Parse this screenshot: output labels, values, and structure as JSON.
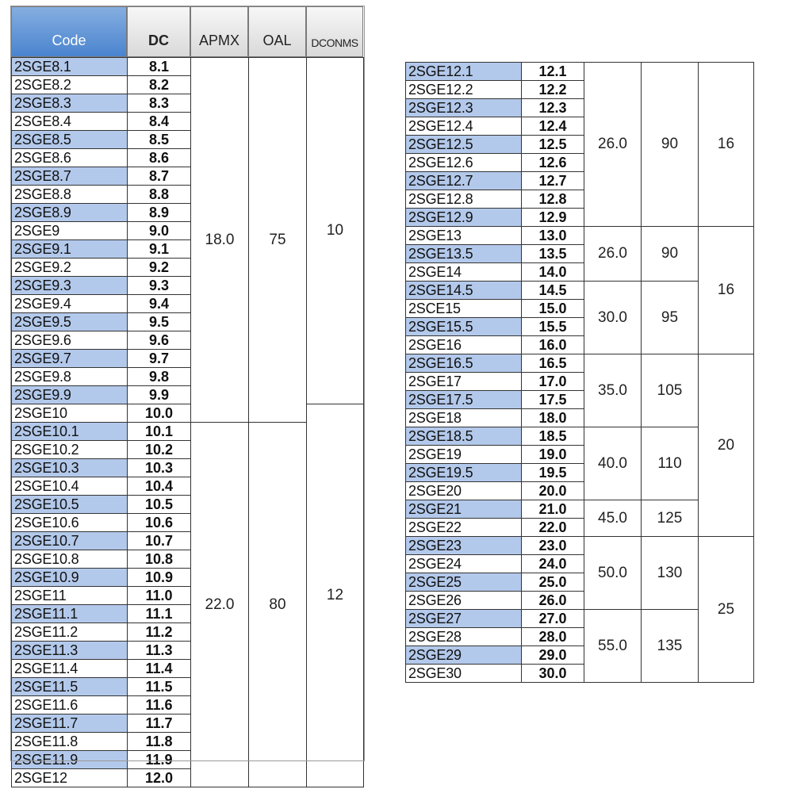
{
  "headers": {
    "code": "Code",
    "dc": "DC",
    "apmx": "APMX",
    "oal": "OAL",
    "dconms": "DCONMS"
  },
  "left_table": {
    "rows": [
      {
        "code": "2SGE8.1",
        "dc": "8.1",
        "hl": true
      },
      {
        "code": "2SGE8.2",
        "dc": "8.2",
        "hl": false
      },
      {
        "code": "2SGE8.3",
        "dc": "8.3",
        "hl": true
      },
      {
        "code": "2SGE8.4",
        "dc": "8.4",
        "hl": false
      },
      {
        "code": "2SGE8.5",
        "dc": "8.5",
        "hl": true
      },
      {
        "code": "2SGE8.6",
        "dc": "8.6",
        "hl": false
      },
      {
        "code": "2SGE8.7",
        "dc": "8.7",
        "hl": true
      },
      {
        "code": "2SGE8.8",
        "dc": "8.8",
        "hl": false
      },
      {
        "code": "2SGE8.9",
        "dc": "8.9",
        "hl": true
      },
      {
        "code": "2SGE9",
        "dc": "9.0",
        "hl": false
      },
      {
        "code": "2SGE9.1",
        "dc": "9.1",
        "hl": true
      },
      {
        "code": "2SGE9.2",
        "dc": "9.2",
        "hl": false
      },
      {
        "code": "2SGE9.3",
        "dc": "9.3",
        "hl": true
      },
      {
        "code": "2SGE9.4",
        "dc": "9.4",
        "hl": false
      },
      {
        "code": "2SGE9.5",
        "dc": "9.5",
        "hl": true
      },
      {
        "code": "2SGE9.6",
        "dc": "9.6",
        "hl": false
      },
      {
        "code": "2SGE9.7",
        "dc": "9.7",
        "hl": true
      },
      {
        "code": "2SGE9.8",
        "dc": "9.8",
        "hl": false
      },
      {
        "code": "2SGE9.9",
        "dc": "9.9",
        "hl": true
      },
      {
        "code": "2SGE10",
        "dc": "10.0",
        "hl": false
      },
      {
        "code": "2SGE10.1",
        "dc": "10.1",
        "hl": true
      },
      {
        "code": "2SGE10.2",
        "dc": "10.2",
        "hl": false
      },
      {
        "code": "2SGE10.3",
        "dc": "10.3",
        "hl": true
      },
      {
        "code": "2SGE10.4",
        "dc": "10.4",
        "hl": false
      },
      {
        "code": "2SGE10.5",
        "dc": "10.5",
        "hl": true
      },
      {
        "code": "2SGE10.6",
        "dc": "10.6",
        "hl": false
      },
      {
        "code": "2SGE10.7",
        "dc": "10.7",
        "hl": true
      },
      {
        "code": "2SGE10.8",
        "dc": "10.8",
        "hl": false
      },
      {
        "code": "2SGE10.9",
        "dc": "10.9",
        "hl": true
      },
      {
        "code": "2SGE11",
        "dc": "11.0",
        "hl": false
      },
      {
        "code": "2SGE11.1",
        "dc": "11.1",
        "hl": true
      },
      {
        "code": "2SGE11.2",
        "dc": "11.2",
        "hl": false
      },
      {
        "code": "2SGE11.3",
        "dc": "11.3",
        "hl": true
      },
      {
        "code": "2SGE11.4",
        "dc": "11.4",
        "hl": false
      },
      {
        "code": "2SGE11.5",
        "dc": "11.5",
        "hl": true
      },
      {
        "code": "2SGE11.6",
        "dc": "11.6",
        "hl": false
      },
      {
        "code": "2SGE11.7",
        "dc": "11.7",
        "hl": true
      },
      {
        "code": "2SGE11.8",
        "dc": "11.8",
        "hl": false
      },
      {
        "code": "2SGE11.9",
        "dc": "11.9",
        "hl": true
      },
      {
        "code": "2SGE12",
        "dc": "12.0",
        "hl": false
      }
    ],
    "apmx_groups": [
      {
        "value": "18.0",
        "rows": 20
      },
      {
        "value": "22.0",
        "rows": 20
      }
    ],
    "oal_groups": [
      {
        "value": "75",
        "rows": 20
      },
      {
        "value": "80",
        "rows": 20
      }
    ],
    "dconms_groups": [
      {
        "value": "10",
        "rows": 19
      },
      {
        "value": "12",
        "rows": 21
      }
    ]
  },
  "right_table": {
    "rows": [
      {
        "code": "2SGE12.1",
        "dc": "12.1",
        "hl": true
      },
      {
        "code": "2SGE12.2",
        "dc": "12.2",
        "hl": false
      },
      {
        "code": "2SGE12.3",
        "dc": "12.3",
        "hl": true
      },
      {
        "code": "2SGE12.4",
        "dc": "12.4",
        "hl": false
      },
      {
        "code": "2SGE12.5",
        "dc": "12.5",
        "hl": true
      },
      {
        "code": "2SGE12.6",
        "dc": "12.6",
        "hl": false
      },
      {
        "code": "2SGE12.7",
        "dc": "12.7",
        "hl": true
      },
      {
        "code": "2SGE12.8",
        "dc": "12.8",
        "hl": false
      },
      {
        "code": "2SGE12.9",
        "dc": "12.9",
        "hl": true
      },
      {
        "code": "2SGE13",
        "dc": "13.0",
        "hl": false
      },
      {
        "code": "2SGE13.5",
        "dc": "13.5",
        "hl": true
      },
      {
        "code": "2SGE14",
        "dc": "14.0",
        "hl": false
      },
      {
        "code": "2SGE14.5",
        "dc": "14.5",
        "hl": true
      },
      {
        "code": "2SCE15",
        "dc": "15.0",
        "hl": false
      },
      {
        "code": "2SGE15.5",
        "dc": "15.5",
        "hl": true
      },
      {
        "code": "2SGE16",
        "dc": "16.0",
        "hl": false
      },
      {
        "code": "2SGE16.5",
        "dc": "16.5",
        "hl": true
      },
      {
        "code": "2SGE17",
        "dc": "17.0",
        "hl": false
      },
      {
        "code": "2SGE17.5",
        "dc": "17.5",
        "hl": true
      },
      {
        "code": "2SGE18",
        "dc": "18.0",
        "hl": false
      },
      {
        "code": "2SGE18.5",
        "dc": "18.5",
        "hl": true
      },
      {
        "code": "2SGE19",
        "dc": "19.0",
        "hl": false
      },
      {
        "code": "2SGE19.5",
        "dc": "19.5",
        "hl": true
      },
      {
        "code": "2SGE20",
        "dc": "20.0",
        "hl": false
      },
      {
        "code": "2SGE21",
        "dc": "21.0",
        "hl": true
      },
      {
        "code": "2SGE22",
        "dc": "22.0",
        "hl": false
      },
      {
        "code": "2SGE23",
        "dc": "23.0",
        "hl": true
      },
      {
        "code": "2SGE24",
        "dc": "24.0",
        "hl": false
      },
      {
        "code": "2SGE25",
        "dc": "25.0",
        "hl": true
      },
      {
        "code": "2SGE26",
        "dc": "26.0",
        "hl": false
      },
      {
        "code": "2SGE27",
        "dc": "27.0",
        "hl": true
      },
      {
        "code": "2SGE28",
        "dc": "28.0",
        "hl": false
      },
      {
        "code": "2SGE29",
        "dc": "29.0",
        "hl": true
      },
      {
        "code": "2SGE30",
        "dc": "30.0",
        "hl": false
      }
    ],
    "apmx_groups": [
      {
        "value": "26.0",
        "rows": 9
      },
      {
        "value": "26.0",
        "rows": 3
      },
      {
        "value": "30.0",
        "rows": 4
      },
      {
        "value": "35.0",
        "rows": 4
      },
      {
        "value": "40.0",
        "rows": 4
      },
      {
        "value": "45.0",
        "rows": 2
      },
      {
        "value": "50.0",
        "rows": 4
      },
      {
        "value": "55.0",
        "rows": 4
      }
    ],
    "oal_groups": [
      {
        "value": "90",
        "rows": 9
      },
      {
        "value": "90",
        "rows": 3
      },
      {
        "value": "95",
        "rows": 4
      },
      {
        "value": "105",
        "rows": 4
      },
      {
        "value": "110",
        "rows": 4
      },
      {
        "value": "125",
        "rows": 2
      },
      {
        "value": "130",
        "rows": 4
      },
      {
        "value": "135",
        "rows": 4
      }
    ],
    "dconms_groups": [
      {
        "value": "16",
        "rows": 9
      },
      {
        "value": "16",
        "rows": 7
      },
      {
        "value": "20",
        "rows": 10
      },
      {
        "value": "25",
        "rows": 8
      }
    ]
  }
}
